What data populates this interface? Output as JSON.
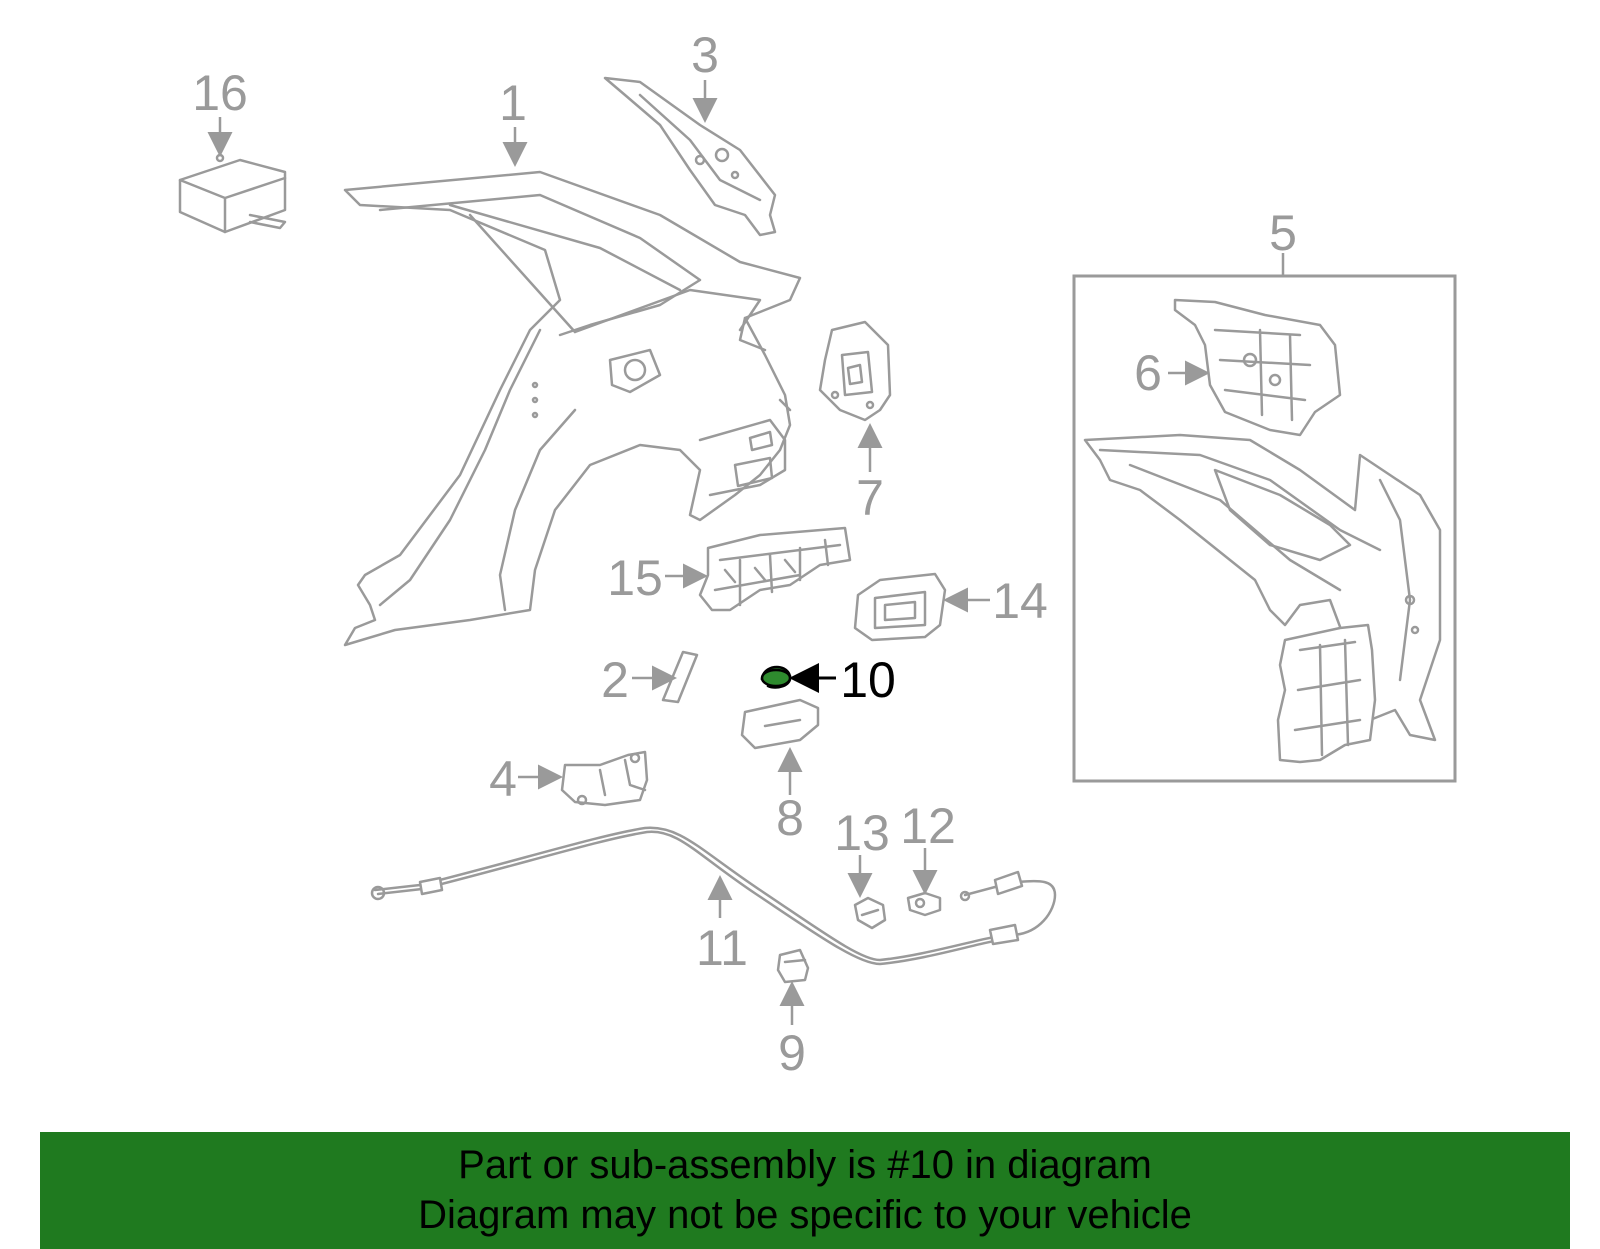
{
  "callouts": {
    "c1": "1",
    "c2": "2",
    "c3": "3",
    "c4": "4",
    "c5": "5",
    "c6": "6",
    "c7": "7",
    "c8": "8",
    "c9": "9",
    "c10": "10",
    "c11": "11",
    "c12": "12",
    "c13": "13",
    "c14": "14",
    "c15": "15",
    "c16": "16"
  },
  "highlight": {
    "part": "10",
    "color": "#1f7a1f"
  },
  "banner": {
    "line1": "Part or sub-assembly is #10 in diagram",
    "line2": "Diagram may not be specific to your vehicle",
    "background": "#1f7a1f"
  }
}
